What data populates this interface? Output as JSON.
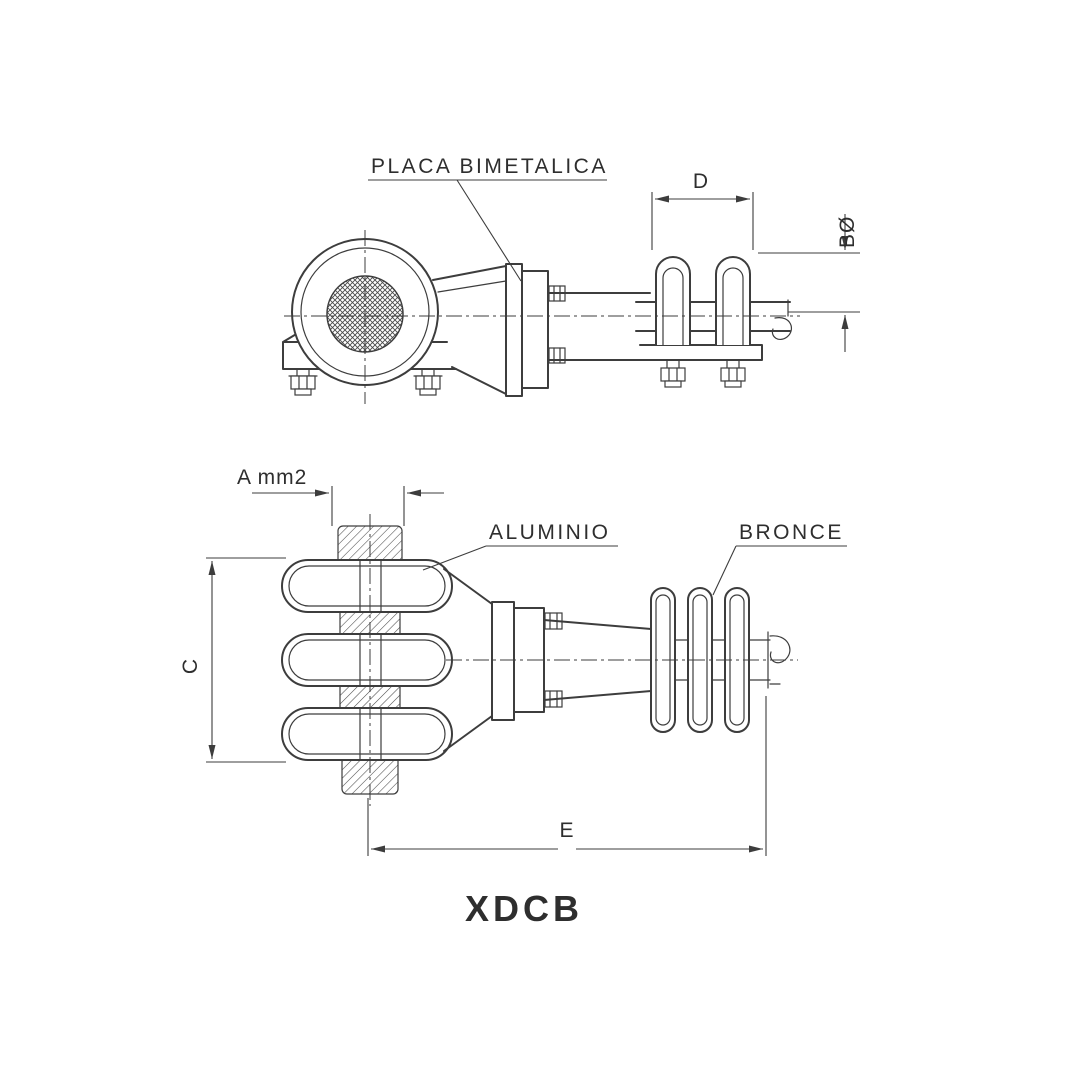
{
  "drawing": {
    "title": "XDCB",
    "part_labels": {
      "placa_bimetalica": "PLACA BIMETALICA",
      "aluminio": "ALUMINIO",
      "bronce": "BRONCE"
    },
    "dimension_labels": {
      "d": "D",
      "b_diameter": "BØ",
      "a_section": "A mm2",
      "c": "C",
      "e": "E"
    },
    "colors": {
      "line": "#3d3d3d",
      "text": "#2e2e2e",
      "background": "#ffffff"
    }
  }
}
